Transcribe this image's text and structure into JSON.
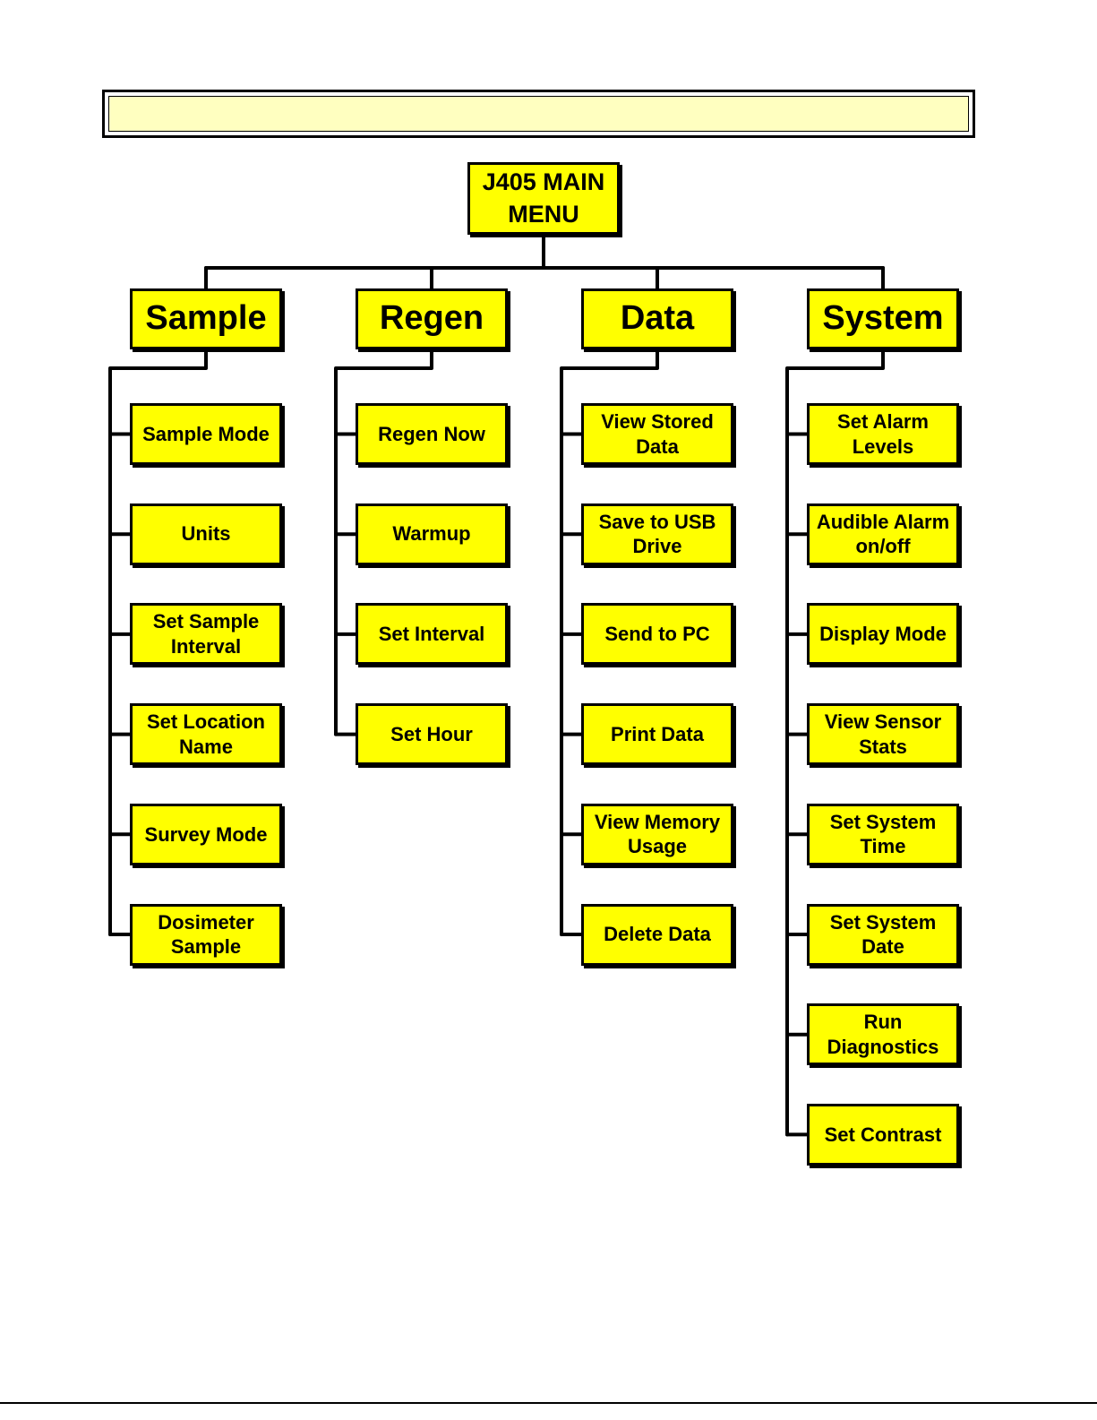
{
  "colors": {
    "node_fill": "#ffff00",
    "title_banner_fill": "#ffffc0",
    "line": "#000000"
  },
  "title_banner": {
    "text": ""
  },
  "root": {
    "label": "J405 MAIN\nMENU"
  },
  "categories": [
    {
      "label": "Sample",
      "items": [
        "Sample Mode",
        "Units",
        "Set Sample\nInterval",
        "Set Location\nName",
        "Survey Mode",
        "Dosimeter\nSample"
      ]
    },
    {
      "label": "Regen",
      "items": [
        "Regen Now",
        "Warmup",
        "Set Interval",
        "Set Hour"
      ]
    },
    {
      "label": "Data",
      "items": [
        "View Stored\nData",
        "Save to USB\nDrive",
        "Send to PC",
        "Print Data",
        "View Memory\nUsage",
        "Delete Data"
      ]
    },
    {
      "label": "System",
      "items": [
        "Set Alarm\nLevels",
        "Audible Alarm\non/off",
        "Display Mode",
        "View Sensor\nStats",
        "Set System\nTime",
        "Set System\nDate",
        "Run\nDiagnostics",
        "Set Contrast"
      ]
    }
  ]
}
